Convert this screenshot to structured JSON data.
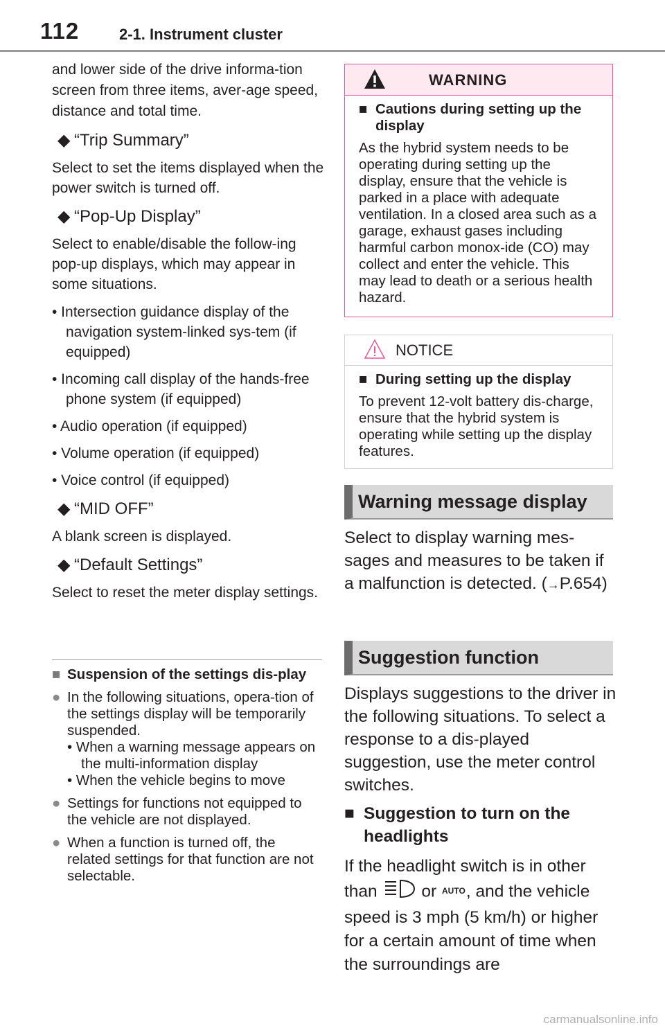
{
  "header": {
    "page_number": "112",
    "section": "2-1. Instrument cluster"
  },
  "left": {
    "intro": "and lower side of the drive informa-tion screen from three items, aver-age speed, distance and total time.",
    "trip_summary": {
      "title": "“Trip Summary”",
      "desc": "Select to set the items displayed when the power switch is turned off."
    },
    "popup": {
      "title": "“Pop-Up Display”",
      "desc": "Select to enable/disable the follow-ing pop-up displays, which may appear in some situations.",
      "items": [
        "• Intersection guidance display of the navigation system-linked sys-tem (if equipped)",
        "• Incoming call display of the hands-free phone system (if equipped)",
        "• Audio operation (if equipped)",
        "• Volume operation (if equipped)",
        "• Voice control (if equipped)"
      ]
    },
    "mid_off": {
      "title": "“MID OFF”",
      "desc": "A blank screen is displayed."
    },
    "defaults": {
      "title": "“Default Settings”",
      "desc": "Select to reset the meter display settings."
    },
    "notes": {
      "heading": "Suspension of the settings dis-play",
      "n1": "In the following situations, opera-tion of the settings display will be temporarily suspended.",
      "n1_sub1": "• When a warning message appears on the multi-information display",
      "n1_sub2": "• When the vehicle begins to move",
      "n2": "Settings for functions not equipped to the vehicle are not displayed.",
      "n3": "When a function is turned off, the related settings for that function are not selectable."
    }
  },
  "warning_box": {
    "label": "WARNING",
    "heading": "Cautions during setting up the display",
    "body": "As the hybrid system needs to be operating during setting up the display, ensure that the vehicle is parked in a place with adequate ventilation. In a closed area such as a garage, exhaust gases including harmful carbon monox-ide (CO) may collect and enter the vehicle. This may lead to death or a serious health hazard."
  },
  "notice_box": {
    "label": "NOTICE",
    "heading": "During setting up the display",
    "body": "To prevent 12-volt battery dis-charge, ensure that the hybrid system is operating while setting up the display features."
  },
  "warning_message": {
    "title": "Warning message display",
    "body_a": "Select to display warning mes-sages and measures to be taken if a malfunction is detected. (",
    "body_b": "P.654)"
  },
  "suggestion": {
    "title": "Suggestion function",
    "body": "Displays suggestions to the driver in the following situations. To select a response to a dis-played suggestion, use the meter control switches.",
    "sub_heading": "Suggestion to turn on the headlights",
    "text_a": "If the headlight switch is in other than",
    "text_or": "or",
    "text_b": ", and the vehicle speed is 3 mph (5 km/h) or higher for a certain amount of time when the surroundings are"
  },
  "watermark": "carmanualsonline.info",
  "icons": {
    "warning": "warning-triangle-icon",
    "notice": "notice-triangle-icon",
    "headlight": "headlight-icon",
    "auto": "auto-icon",
    "arrow": "right-arrow-icon"
  }
}
